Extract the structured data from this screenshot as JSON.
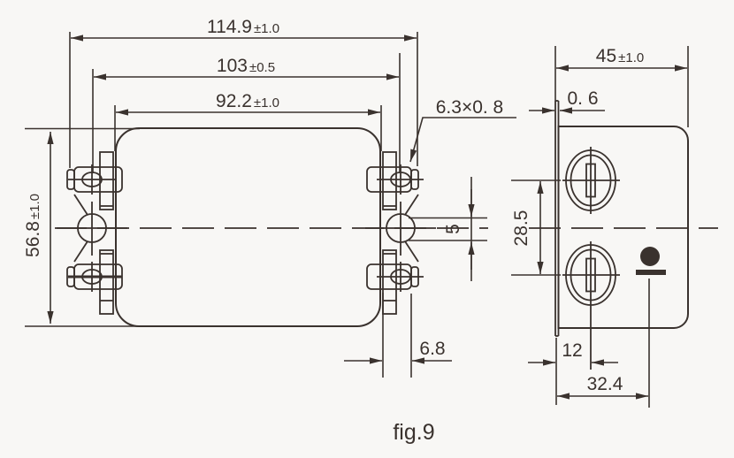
{
  "caption": "fig.9",
  "colors": {
    "line": "#3a322e",
    "background": "#f8f7f5"
  },
  "front_view": {
    "width_overall": {
      "value": "114.9",
      "tolerance": "±1.0"
    },
    "width_hole_centers": {
      "value": "103",
      "tolerance": "±0.5"
    },
    "width_body": {
      "value": "92.2",
      "tolerance": "±1.0"
    },
    "height_overall": {
      "value": "56.8",
      "tolerance": "±1.0"
    },
    "terminal_size": {
      "value": "6.3×0. 8"
    },
    "center_tab": {
      "value": "5"
    },
    "terminal_projection": {
      "value": "6.8"
    }
  },
  "side_view": {
    "depth_overall": {
      "value": "45",
      "tolerance": "±1.0"
    },
    "flange_thickness": {
      "value": "0. 6"
    },
    "screw_spacing": {
      "value": "28.5"
    },
    "screw_offset": {
      "value": "12"
    },
    "ground_offset": {
      "value": "32.4"
    }
  }
}
